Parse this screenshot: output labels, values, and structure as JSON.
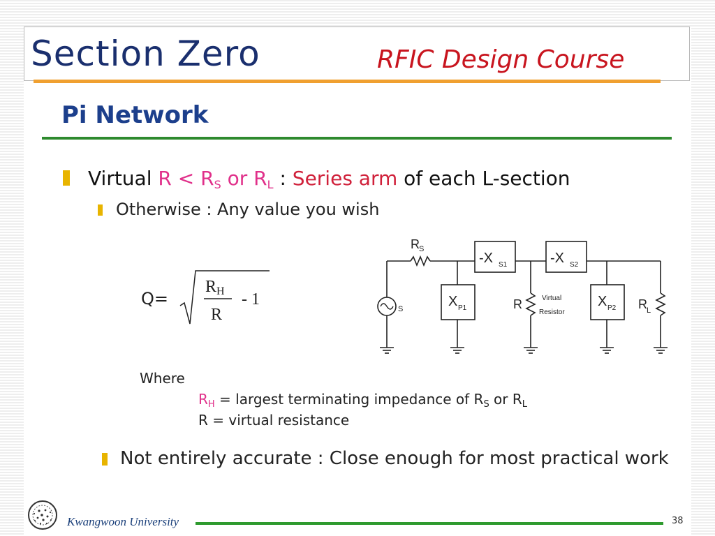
{
  "header": {
    "title": "Section Zero",
    "course": "RFIC Design Course"
  },
  "slide": {
    "title": "Pi Network",
    "bullet1": {
      "text_a": "Virtual ",
      "text_r": "R < R",
      "sub_s": "S",
      "text_or": " or R",
      "sub_l": "L",
      "text_colon": " : ",
      "text_series": "Series arm",
      "text_rest": " of each L-section"
    },
    "sub_bullet": "Otherwise : Any value you wish",
    "formula": {
      "lhs": "Q=",
      "numerator": "R",
      "numerator_sub": "H",
      "denominator": "R",
      "minus_one": "- 1"
    },
    "circuit": {
      "rs_label": "R",
      "rs_sub": "S",
      "source_label": "S",
      "xs1_label": "-X",
      "xs1_sub": "S1",
      "xs2_label": "-X",
      "xs2_sub": "S2",
      "xp1_label": "X",
      "xp1_sub": "P1",
      "xp2_label": "X",
      "xp2_sub": "P2",
      "r_label": "R",
      "virtual_line1": "Virtual",
      "virtual_line2": "Resistor",
      "rl_label": "R",
      "rl_sub": "L"
    },
    "where": "Where",
    "def1": {
      "rh": "R",
      "rh_sub": "H",
      "text": " = largest terminating impedance of R",
      "s_sub": "S",
      "or_text": " or R",
      "l_sub": "L"
    },
    "def2": "R  = virtual resistance",
    "bullet3": "Not entirely accurate : Close enough for most practical work"
  },
  "footer": {
    "university": "Kwangwoon University",
    "page": "38"
  },
  "colors": {
    "title_blue": "#1a2f6e",
    "course_red": "#c8141e",
    "orange_rule": "#f0a030",
    "green_rule": "#2e8a2e",
    "bullet_yellow": "#e8b400",
    "pink": "#e0308a"
  }
}
